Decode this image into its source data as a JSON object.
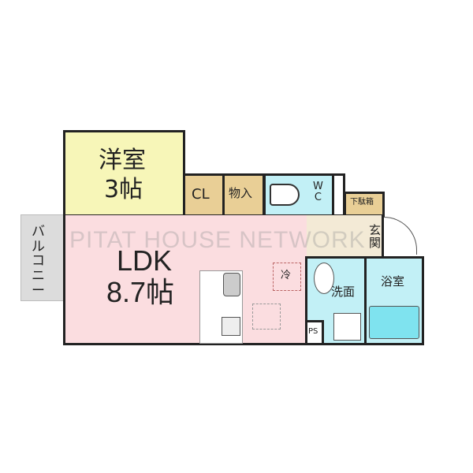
{
  "rooms": {
    "western": {
      "name": "洋室",
      "size": "3帖"
    },
    "ldk": {
      "name": "LDK",
      "size": "8.7帖"
    },
    "closet": "CL",
    "storage": "物入",
    "wc": "W\nC",
    "shoe_box": "下駄箱",
    "entrance": "玄\n関",
    "washroom": "洗面",
    "bathroom": "浴室",
    "balcony": "バ\nル\nコ\nニ\nー",
    "ps": "PS",
    "fridge": "冷"
  },
  "watermark": "PITAT HOUSE NETWORK",
  "colors": {
    "western": "#f7f6b8",
    "ldk": "#fbdde0",
    "storage": "#e9cf96",
    "water": "#c2f0f6",
    "balcony": "#dcdcdc",
    "entrance": "#f3ead6"
  }
}
